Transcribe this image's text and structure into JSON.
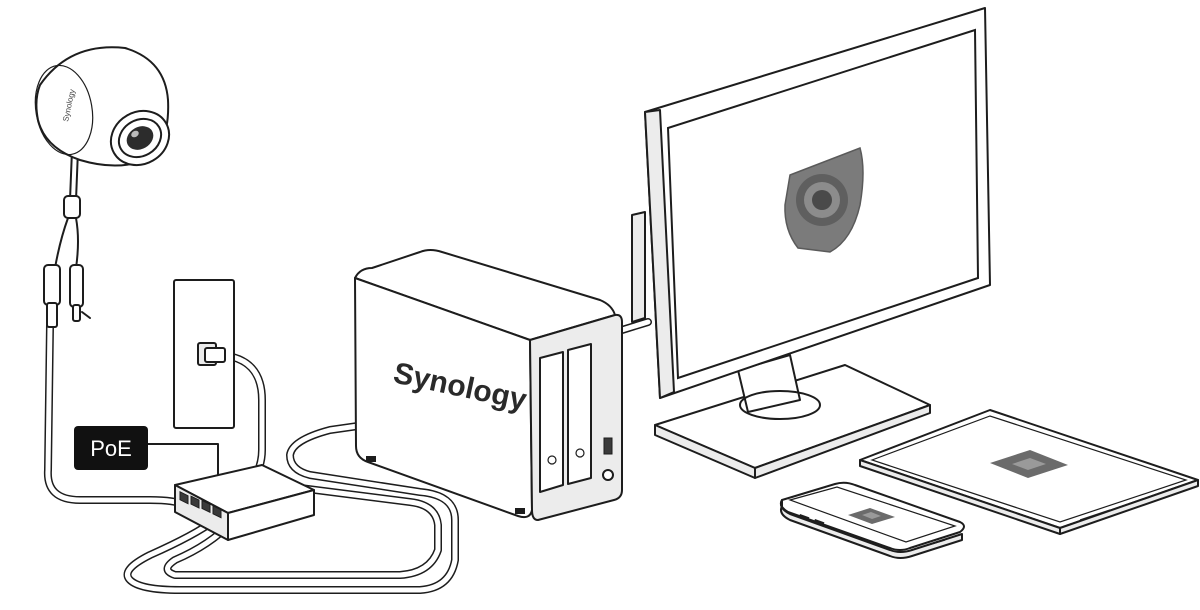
{
  "diagram": {
    "poe_label": "PoE",
    "nas_brand": "Synology",
    "camera_brand": "Synology"
  }
}
